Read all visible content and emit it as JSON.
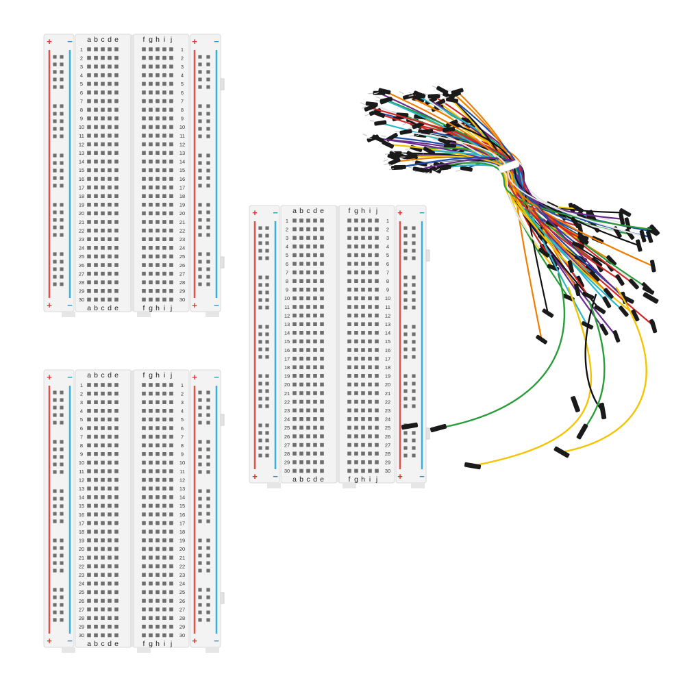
{
  "breadboard": {
    "col_letters_left": [
      "a",
      "b",
      "c",
      "d",
      "e"
    ],
    "col_letters_right": [
      "f",
      "g",
      "h",
      "i",
      "j"
    ],
    "row_count": 30,
    "rail_plus": "+",
    "rail_minus": "−",
    "colors": {
      "body": "#f3f3f3",
      "hole": "#6e6e6e",
      "rail_red": "#e2504b",
      "rail_blue": "#35aee0"
    }
  },
  "wires": {
    "colors": [
      "#f2c500",
      "#2a9d3a",
      "#1f4fa8",
      "#d32626",
      "#f07c00",
      "#6a2b8a",
      "#e8e8e8",
      "#2bb5c9",
      "#111111"
    ]
  }
}
